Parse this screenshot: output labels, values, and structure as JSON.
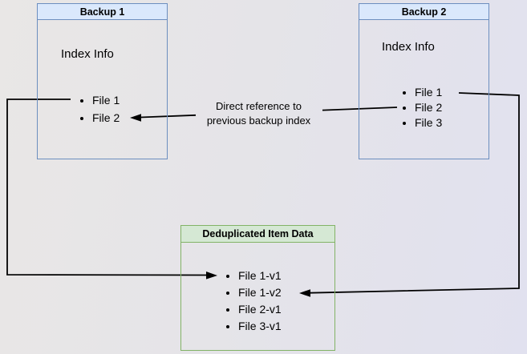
{
  "diagram": {
    "backup1": {
      "title": "Backup 1",
      "heading": "Index Info",
      "items": [
        "File 1",
        "File 2"
      ]
    },
    "backup2": {
      "title": "Backup 2",
      "heading": "Index Info",
      "items": [
        "File 1",
        "File 2",
        "File 3"
      ]
    },
    "dedup": {
      "title": "Deduplicated Item Data",
      "items": [
        "File 1-v1",
        "File 1-v2",
        "File 2-v1",
        "File 3-v1"
      ]
    },
    "edge_label": {
      "line1": "Direct reference to",
      "line2": "previous backup index"
    },
    "colors": {
      "blue_fill": "#dae8fc",
      "blue_border": "#6c8ebf",
      "green_fill": "#d5e8d4",
      "green_border": "#82b366",
      "connector": "#000000"
    }
  }
}
